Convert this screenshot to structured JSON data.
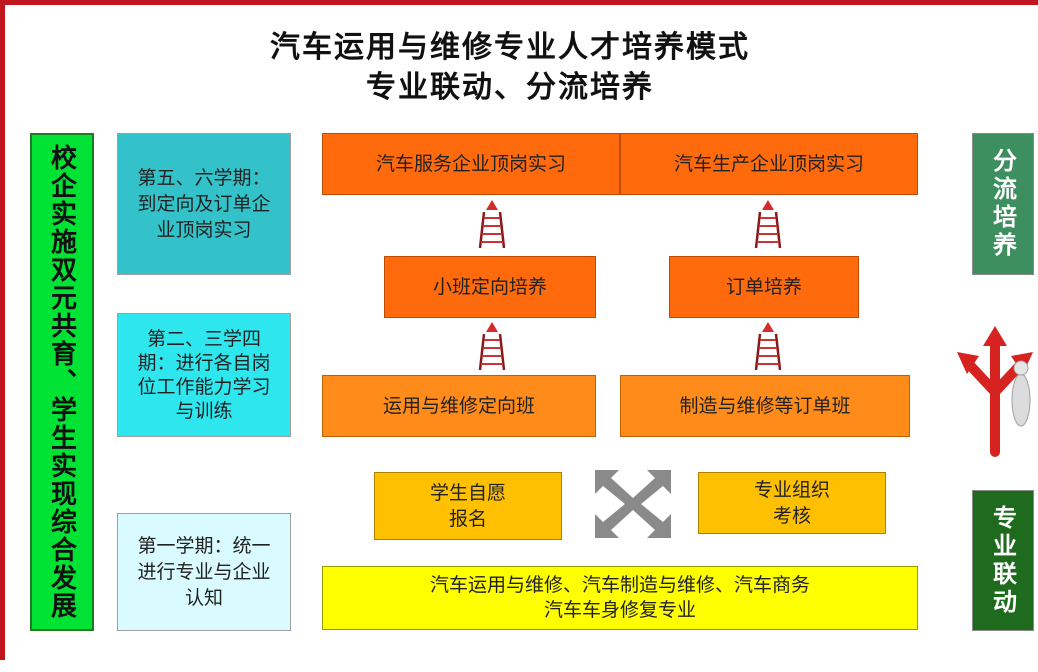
{
  "title": {
    "line1": "汽车运用与维修专业人才培养模式",
    "line2": "专业联动、分流培养"
  },
  "left_bar": {
    "text": "校企实施双元共育、学生实现综合发展"
  },
  "semesters": [
    {
      "text": "第五、六学期：到定向及订单企业顶岗实习"
    },
    {
      "text": "第二、三学四期：进行各自岗位工作能力学习与训练"
    },
    {
      "text": "第一学期：统一进行专业与企业认知"
    }
  ],
  "center": {
    "top_left": "汽车服务企业顶岗实习",
    "top_right": "汽车生产企业顶岗实习",
    "mid_left": "小班定向培养",
    "mid_right": "订单培养",
    "low_left": "运用与维修定向班",
    "low_right": "制造与维修等订单班",
    "select_left": "学生自愿报名",
    "select_right": "专业组织考核",
    "majors_line1": "汽车运用与维修、汽车制造与维修、汽车商务",
    "majors_line2": "汽车车身修复专业"
  },
  "right": {
    "top": "分流培养",
    "bottom": "专业联动"
  },
  "colors": {
    "frame": "#c0161d",
    "left_bar": "#00e234",
    "orange": "#ff6a0d",
    "gold": "#ffc000",
    "yellow": "#ffff00",
    "right_top": "#3d8f5f",
    "right_bottom": "#1e6b1e"
  },
  "icons": [
    "ladder-icon",
    "cross-arrows-icon",
    "split-arrows-icon"
  ]
}
